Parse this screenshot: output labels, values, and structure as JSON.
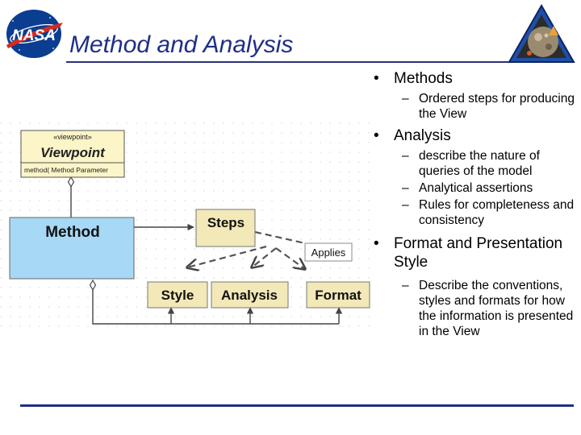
{
  "title": "Method and Analysis",
  "logos": {
    "nasa": "NASA",
    "emblem": "triangle-planet-emblem"
  },
  "diagram": {
    "viewpoint_stereotype": "«viewpoint»",
    "viewpoint_name": "Viewpoint",
    "viewpoint_operation": "method( Method Parameter",
    "method": "Method",
    "steps": "Steps",
    "applies": "Applies",
    "style": "Style",
    "analysis": "Analysis",
    "format": "Format"
  },
  "bullets": [
    {
      "text": "Methods",
      "subs": [
        "Ordered steps for producing the View"
      ]
    },
    {
      "text": "Analysis",
      "subs": [
        "describe the nature of queries of the model",
        "Analytical assertions",
        "Rules for completeness and consistency"
      ]
    },
    {
      "text": "Format and Presentation Style",
      "subs": [
        "Describe the conventions, styles and formats for how the information is presented in the View"
      ]
    }
  ],
  "colors": {
    "title": "#1f2f86",
    "viewpoint_fill": "#fbf5c8",
    "method_fill": "#a7d8f6",
    "steps_fill": "#f2e8b8"
  }
}
